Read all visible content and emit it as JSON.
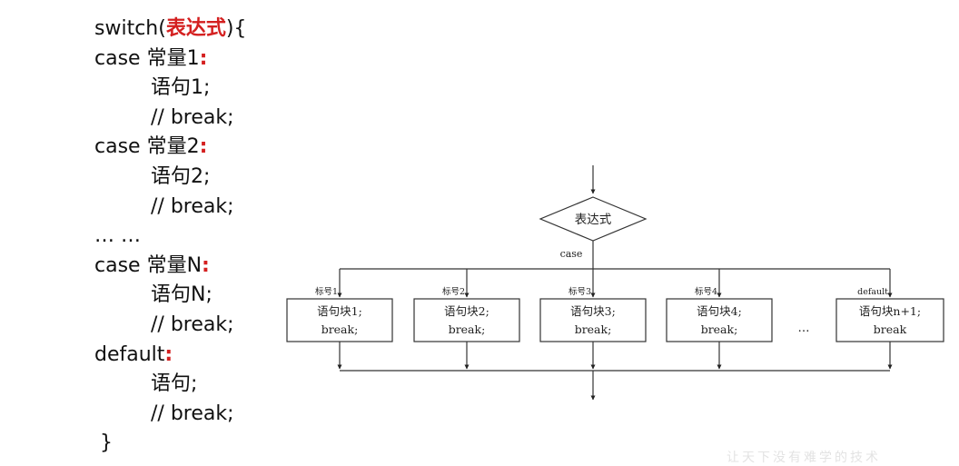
{
  "code": {
    "switch_prefix": "switch(",
    "switch_expr": "表达式",
    "switch_suffix": "){",
    "lines": [
      {
        "kw": "case 常量1",
        "colon": ":"
      },
      {
        "stmt": "语句1;"
      },
      {
        "stmt": "// break;"
      },
      {
        "kw": "case 常量2",
        "colon": ":"
      },
      {
        "stmt": "语句2;"
      },
      {
        "stmt": "// break;"
      },
      {
        "plain": "… …"
      },
      {
        "kw": "case 常量N",
        "colon": ":"
      },
      {
        "stmt": "语句N;"
      },
      {
        "stmt": "// break;"
      },
      {
        "kw": "default",
        "colon": ":"
      },
      {
        "stmt": "语句;"
      },
      {
        "stmt": "// break;"
      }
    ],
    "closing": "}"
  },
  "flowchart": {
    "decision": "表达式",
    "case_label": "case",
    "ellipsis": "…",
    "branches": [
      {
        "label": "标号1",
        "line1": "语句块1;",
        "line2": "break;"
      },
      {
        "label": "标号2",
        "line1": "语句块2;",
        "line2": "break;"
      },
      {
        "label": "标号3",
        "line1": "语句块3;",
        "line2": "break;"
      },
      {
        "label": "标号4",
        "line1": "语句块4;",
        "line2": "break;"
      },
      {
        "label": "default",
        "line1": "语句块n+1;",
        "line2": "break"
      }
    ]
  },
  "watermark": "让天下没有难学的技术"
}
